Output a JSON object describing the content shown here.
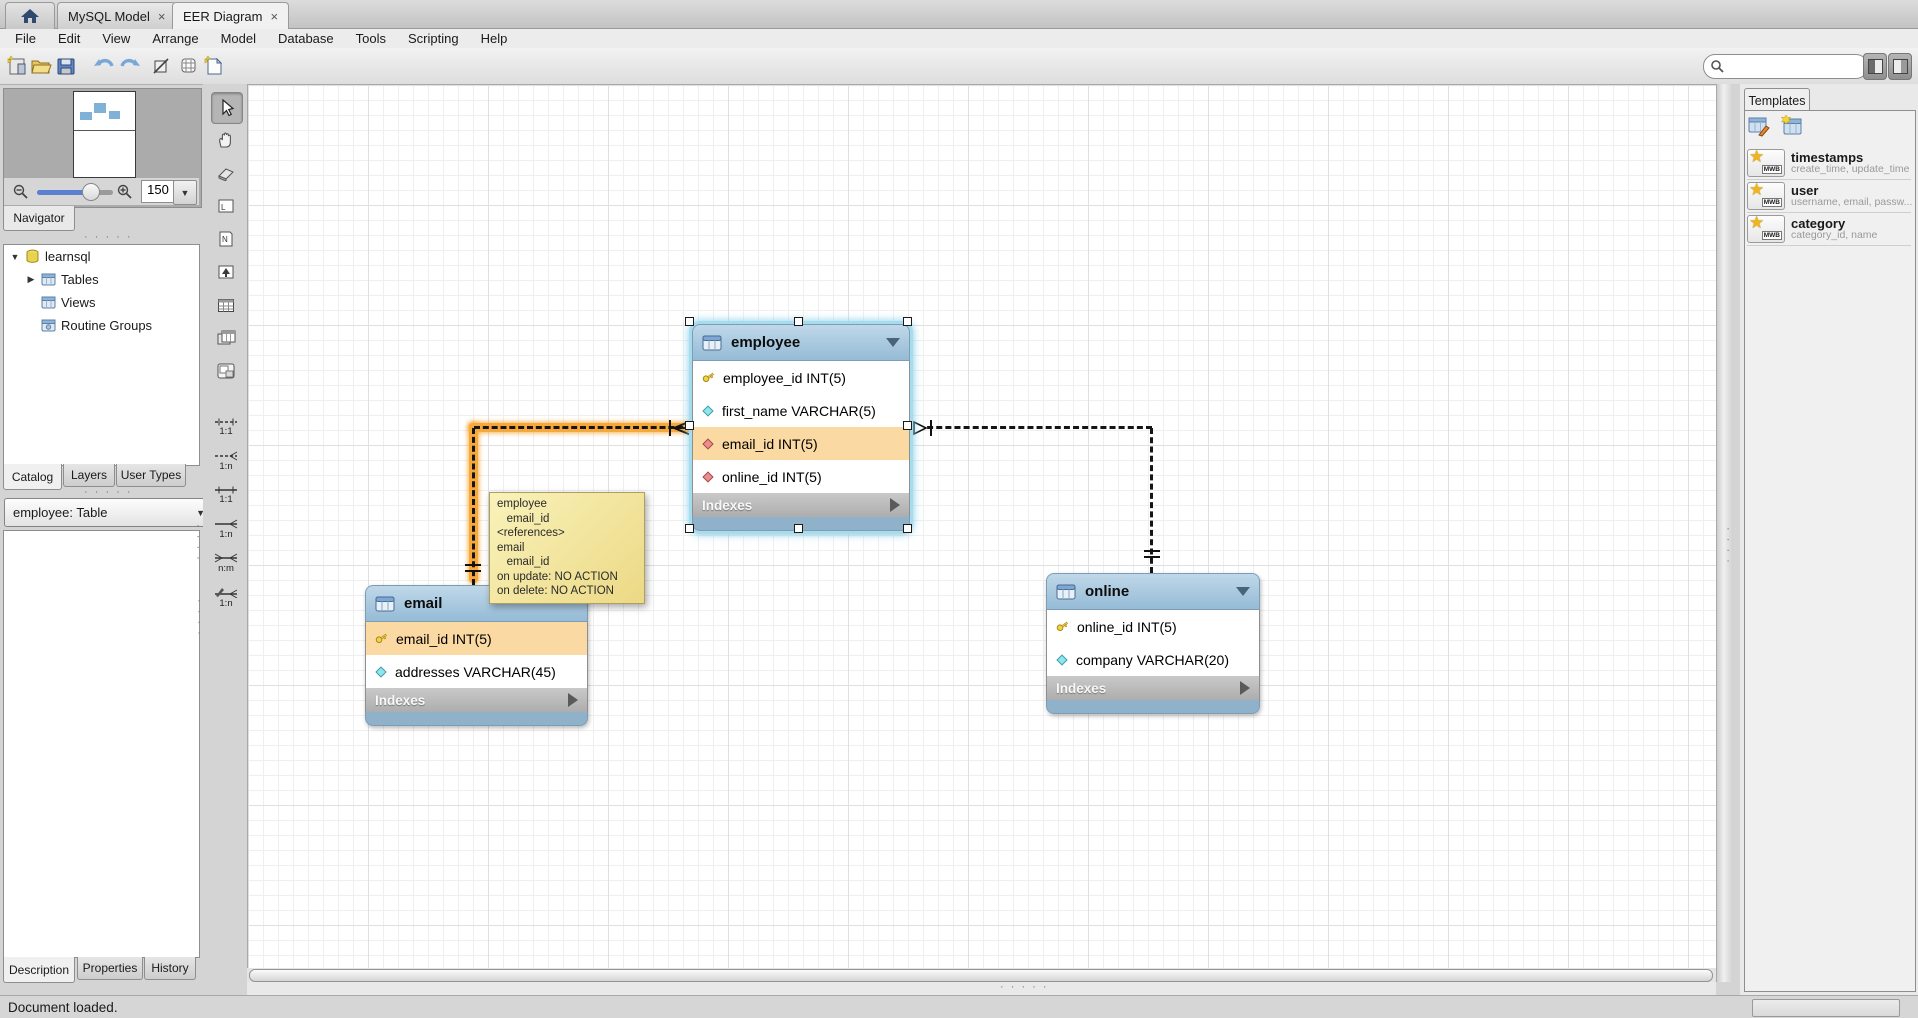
{
  "tabbar": {
    "close": "×",
    "tabs": [
      {
        "label": "MySQL Model"
      },
      {
        "label": "EER Diagram"
      }
    ]
  },
  "menubar": {
    "items": [
      "File",
      "Edit",
      "View",
      "Arrange",
      "Model",
      "Database",
      "Tools",
      "Scripting",
      "Help"
    ]
  },
  "navigator": {
    "label": "Navigator",
    "zoom": "150"
  },
  "catalog": {
    "schema": "learnsql",
    "nodes": [
      "Tables",
      "Views",
      "Routine Groups"
    ],
    "tabs": [
      "Catalog",
      "Layers",
      "User Types"
    ]
  },
  "selector": {
    "value": "employee: Table"
  },
  "bottom_tabs": [
    "Description",
    "Properties",
    "History"
  ],
  "tools": {
    "rel_labels": [
      "1:1",
      "1:n",
      "1:1",
      "1:n",
      "n:m",
      "1:n"
    ]
  },
  "templates": {
    "label": "Templates",
    "items": [
      {
        "name": "timestamps",
        "fields": "create_time, update_time"
      },
      {
        "name": "user",
        "fields": "username, email, passw..."
      },
      {
        "name": "category",
        "fields": "category_id, name"
      }
    ]
  },
  "diagram": {
    "employee": {
      "name": "employee",
      "col0": "employee_id INT(5)",
      "col1": "first_name VARCHAR(5)",
      "col2": "email_id INT(5)",
      "col3": "online_id INT(5)",
      "footer": "Indexes"
    },
    "email": {
      "name": "email",
      "col0": "email_id INT(5)",
      "col1": "addresses VARCHAR(45)",
      "footer": "Indexes"
    },
    "online": {
      "name": "online",
      "col0": "online_id INT(5)",
      "col1": "company VARCHAR(20)",
      "footer": "Indexes"
    },
    "tooltip": {
      "l0": "employee",
      "l1": "   email_id",
      "l2": "<references>",
      "l3": "email",
      "l4": "   email_id",
      "l5": "on update: NO ACTION",
      "l6": "on delete: NO ACTION"
    }
  },
  "statusbar": {
    "text": "Document loaded."
  },
  "colors": {
    "table_header": "#a9c6dd",
    "row_highlight": "#fbd9a2",
    "relationship_highlight": "#f7a83a",
    "selection_glow": "#a6dcee",
    "tooltip_bg": "#f3e7a1"
  }
}
